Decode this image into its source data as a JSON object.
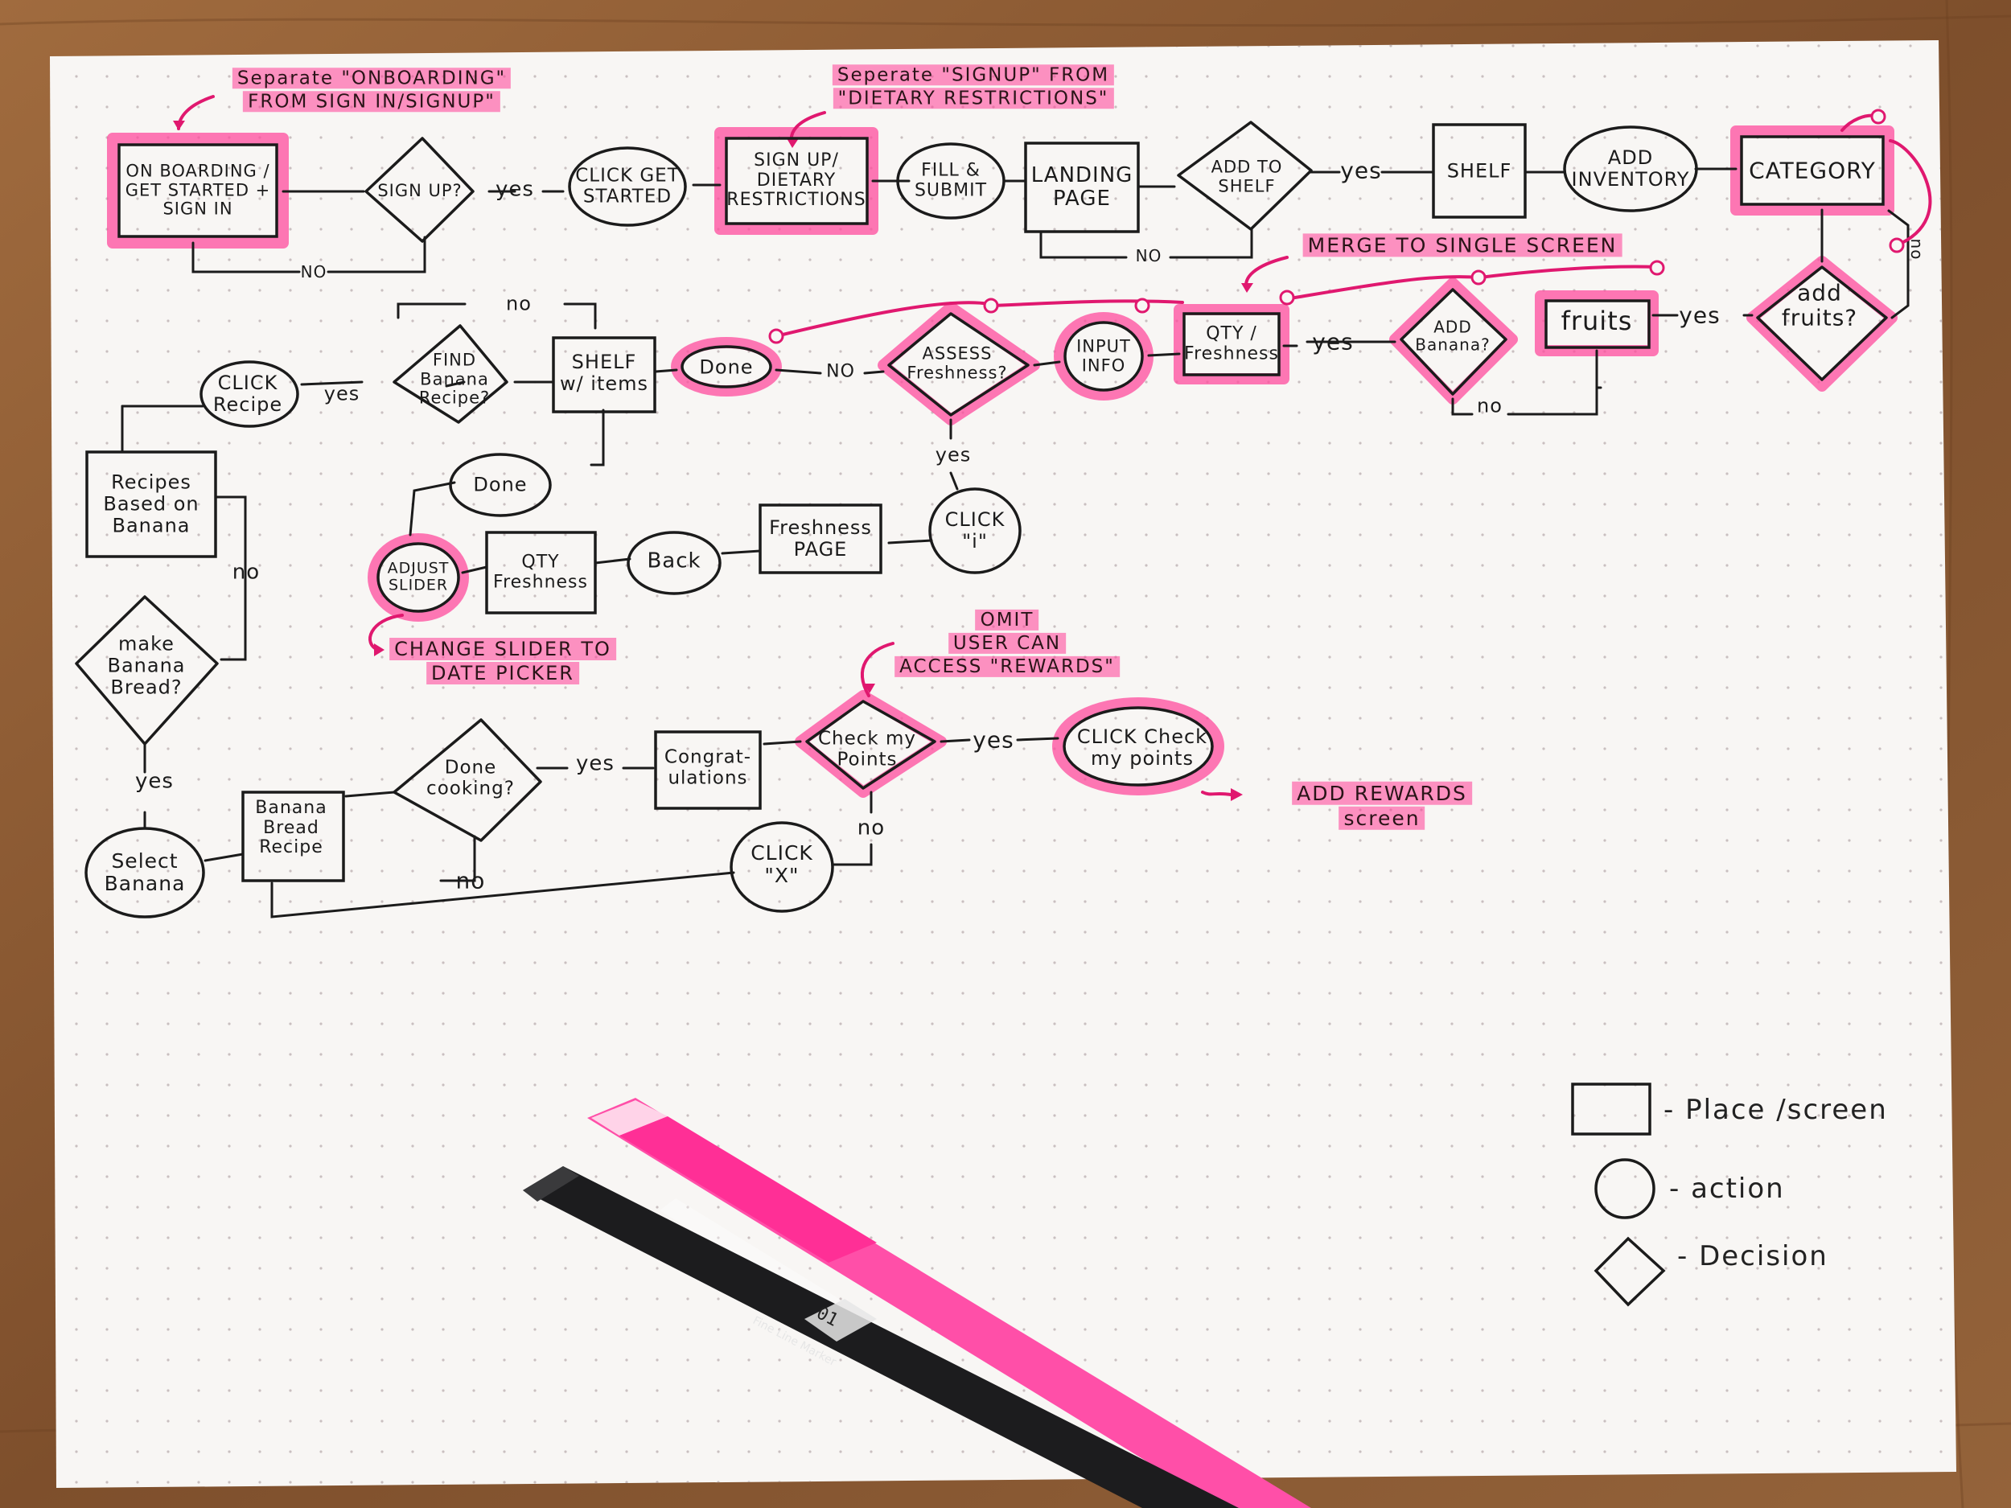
{
  "colors": {
    "highlight": "#ff3c96",
    "ink": "#1b1b1b",
    "paper": "#f8f6f4",
    "wood": "#8a5a34"
  },
  "nodes": {
    "onboarding": "ON BOARDING /\nGET STARTED +\nSIGN IN",
    "signup_q": "SIGN UP?",
    "click_get_started": "CLICK GET\nSTARTED",
    "signup_dietary": "SIGN UP/\nDIETARY\nRESTRICTIONS",
    "fill_submit": "FILL &\nSUBMIT",
    "landing_page": "LANDING\nPAGE",
    "add_to_shelf_q": "ADD TO\nSHELF",
    "shelf": "SHELF",
    "add_inventory": "ADD\nINVENTORY",
    "category": "CATEGORY",
    "add_fruits_q": "add\nfruits?",
    "fruits": "fruits",
    "add_banana_q": "ADD\nBanana?",
    "qty_freshness": "QTY /\nFreshness",
    "input_info": "INPUT\nINFO",
    "assess_freshness_q": "ASSESS\nFreshness?",
    "done_1": "Done",
    "shelf_items": "SHELF\nw/ items",
    "find_banana_q": "FIND\nBanana\nRecipe?",
    "click_recipe": "CLICK\nRecipe",
    "recipes_banana": "Recipes\nBased on\nBanana",
    "done_2": "Done",
    "click_i": "CLICK\n\"i\"",
    "freshness_page": "Freshness\nPAGE",
    "back": "Back",
    "qty_freshness_2": "QTY\nFreshness",
    "adjust_slider": "ADJUST\nSLIDER",
    "make_bread_q": "make\nBanana\nBread?",
    "select_banana": "Select\nBanana",
    "bread_recipe": "Banana\nBread\nRecipe",
    "done_cooking_q": "Done\ncooking?",
    "congrats": "Congrat-\nulations",
    "check_points_q": "Check my\nPoints",
    "click_check_points": "CLICK Check\nmy points",
    "click_x": "CLICK\n\"X\""
  },
  "edge_labels": {
    "signup_yes": "yes",
    "signup_no": "NO",
    "shelf_yes": "yes",
    "shelf_no": "NO",
    "fruits_yes": "yes",
    "fruits_no": "no",
    "banana_yes": "yes",
    "banana_no": "no",
    "assess_no": "NO",
    "assess_yes": "yes",
    "find_yes": "yes",
    "find_no": "no",
    "bread_no": "no",
    "bread_yes": "yes",
    "cooking_yes": "yes",
    "cooking_no": "no",
    "points_yes": "yes",
    "points_no": "no"
  },
  "annotations": {
    "onboarding_note": "Separate \"ONBOARDING\"\nFROM SIGN IN/SIGNUP\"",
    "signup_note": "Seperate \"SIGNUP\" FROM\n\"DIETARY RESTRICTIONS\"",
    "merge_note": "MERGE TO SINGLE SCREEN",
    "slider_note": "CHANGE SLIDER TO\nDATE PICKER",
    "rewards_note": "OMIT\nUSER CAN\nACCESS \"REWARDS\"",
    "add_rewards_note": "ADD REWARDS\nscreen"
  },
  "legend": {
    "screen": "- Place /screen",
    "action": "- action",
    "decision": "- Decision"
  },
  "pen": {
    "marker_label": "01",
    "marker_text": "Fine Line Marker"
  }
}
